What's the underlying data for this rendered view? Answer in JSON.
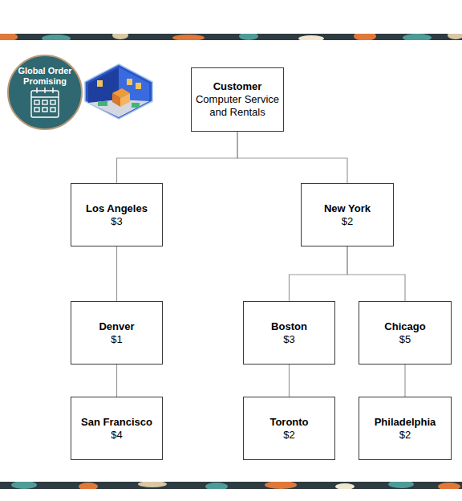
{
  "diagram": {
    "nodes": [
      {
        "text": [
          "Global Order Promising"
        ]
      },
      {
        "text": [
          "Customer",
          "Computer Service and Rentals"
        ]
      },
      {
        "text": [
          "Los Angeles",
          "$3"
        ]
      },
      {
        "text": [
          "New York",
          "$2"
        ]
      },
      {
        "text": [
          "Denver",
          "$1"
        ]
      },
      {
        "text": [
          "Boston",
          "$3"
        ]
      },
      {
        "text": [
          "Chicago",
          "$5"
        ]
      },
      {
        "text": [
          "San Francisco",
          "$4"
        ]
      },
      {
        "text": [
          "Toronto",
          "$2"
        ]
      },
      {
        "text": [
          "Philadelphia",
          "$2"
        ]
      }
    ],
    "edges": [
      {
        "from": 1,
        "to": 2,
        "arrow": "none"
      },
      {
        "from": 1,
        "to": 3,
        "arrow": "none"
      },
      {
        "from": 2,
        "to": 4,
        "arrow": "none"
      },
      {
        "from": 3,
        "to": 5,
        "arrow": "none"
      },
      {
        "from": 3,
        "to": 6,
        "arrow": "none"
      },
      {
        "from": 4,
        "to": 7,
        "arrow": "none"
      },
      {
        "from": 5,
        "to": 8,
        "arrow": "none"
      },
      {
        "from": 6,
        "to": 9,
        "arrow": "none"
      }
    ]
  }
}
